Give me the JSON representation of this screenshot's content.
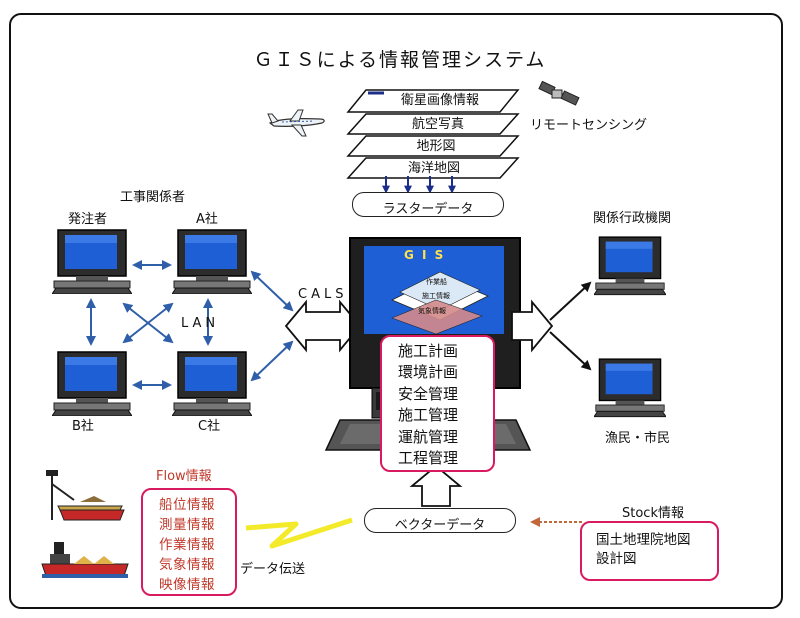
{
  "title": "ＧＩＳによる情報管理システム",
  "layers": [
    "衛星画像情報",
    "航空写真",
    "地形図",
    "海洋地図"
  ],
  "remote_sensing_label": "リモートセンシング",
  "raster_label": "ラスターデータ",
  "vector_label": "ベクターデータ",
  "cals_label": "CALS",
  "lan_label": "LAN",
  "construction_group": {
    "title": "工事関係者",
    "orderer": "発注者",
    "company_a": "A社",
    "company_b": "B社",
    "company_c": "C社"
  },
  "gis_screen": {
    "logo": "G I S",
    "layer_labels": [
      "作業船",
      "施工情報",
      "気象情報"
    ]
  },
  "gis_applications": [
    "施工計画",
    "環境計画",
    "安全管理",
    "施工管理",
    "運航管理",
    "工程管理"
  ],
  "admin_label": "関係行政機関",
  "citizens_label": "漁民・市民",
  "flow": {
    "title": "Flow情報",
    "items": [
      "船位情報",
      "測量情報",
      "作業情報",
      "気象情報",
      "映像情報"
    ],
    "transfer_label": "データ伝送"
  },
  "stock": {
    "title": "Stock情報",
    "items": [
      "国土地理院地図",
      "設計図"
    ]
  },
  "colors": {
    "highlight": "#d81b60",
    "flow_text": "#c0392b",
    "arrow_blue": "#2f5fa8",
    "screen_blue": "#1e5fd6",
    "lightning": "#f3ea2a",
    "stock_arrow": "#c2673a"
  }
}
